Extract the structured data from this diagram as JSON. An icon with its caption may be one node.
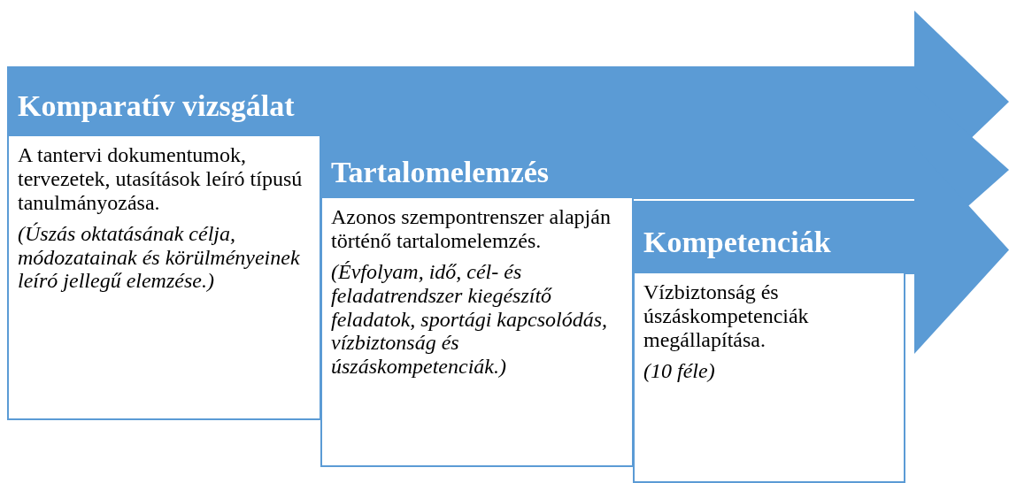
{
  "diagram": {
    "nodes": [
      {
        "text": [
          "Komparatív vizsgálat",
          "A tantervi dokumentumok, tervezetek, utasítások leíró típusú tanulmányozása.",
          "(Úszás oktatásának célja, módozatainak és körülményeinek leíró jellegű elemzése.)"
        ]
      },
      {
        "text": [
          "Tartalomelemzés",
          "Azonos szempontrenszer alapján történő tartalomelemzés.",
          "(Évfolyam, idő, cél- és feladatrendszer kiegészítő feladatok, sportági kapcsolódás, vízbiztonság és úszáskompetenciák.)"
        ]
      },
      {
        "text": [
          "Kompetenciák",
          "Vízbiztonság és úszáskompetenciák megállapítása.",
          "(10 féle)"
        ]
      }
    ],
    "edges": []
  }
}
